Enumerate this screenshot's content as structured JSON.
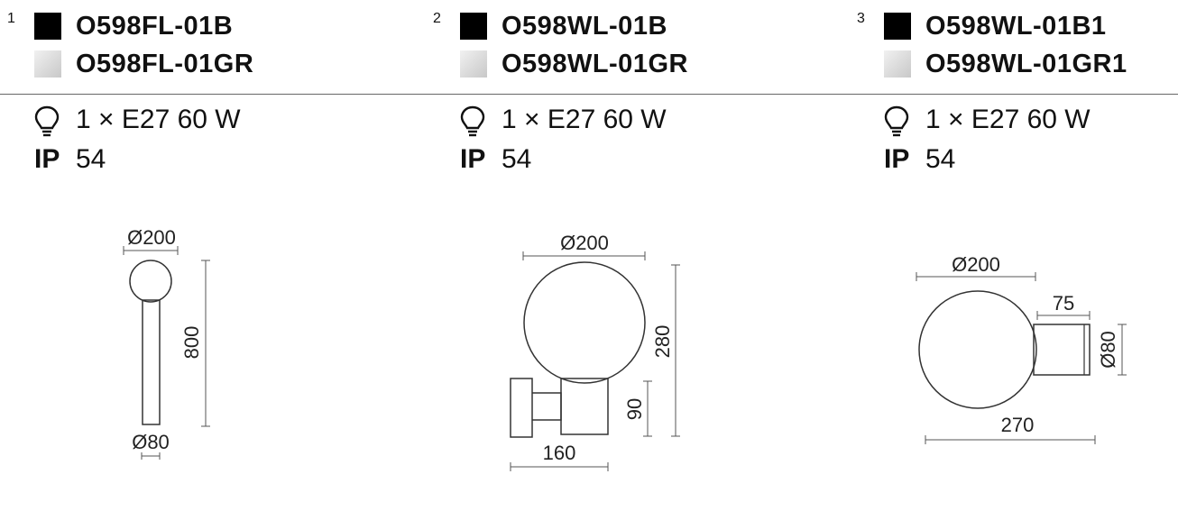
{
  "products": [
    {
      "index": "1",
      "codes": [
        {
          "swatch": "black",
          "code": "O598FL-01B"
        },
        {
          "swatch": "grey",
          "code": "O598FL-01GR"
        }
      ],
      "lamp": "1 × E27 60 W",
      "ip_label": "IP",
      "ip_value": "54",
      "icon": "light-bulb-icon",
      "dimensions": {
        "globe": "Ø200",
        "height": "800",
        "base": "Ø80"
      }
    },
    {
      "index": "2",
      "codes": [
        {
          "swatch": "black",
          "code": "O598WL-01B"
        },
        {
          "swatch": "grey",
          "code": "O598WL-01GR"
        }
      ],
      "lamp": "1 × E27 60 W",
      "ip_label": "IP",
      "ip_value": "54",
      "icon": "light-bulb-icon",
      "dimensions": {
        "globe": "Ø200",
        "height": "280",
        "mount_height": "90",
        "projection": "160"
      }
    },
    {
      "index": "3",
      "codes": [
        {
          "swatch": "black",
          "code": "O598WL-01B1"
        },
        {
          "swatch": "grey",
          "code": "O598WL-01GR1"
        }
      ],
      "lamp": "1 × E27 60 W",
      "ip_label": "IP",
      "ip_value": "54",
      "icon": "light-bulb-icon",
      "dimensions": {
        "globe": "Ø200",
        "mount_depth": "75",
        "mount_diameter": "Ø80",
        "total_length": "270"
      }
    }
  ],
  "colors": {
    "black": "#000000",
    "grey": "#d2d2d2",
    "rule": "#666666"
  }
}
